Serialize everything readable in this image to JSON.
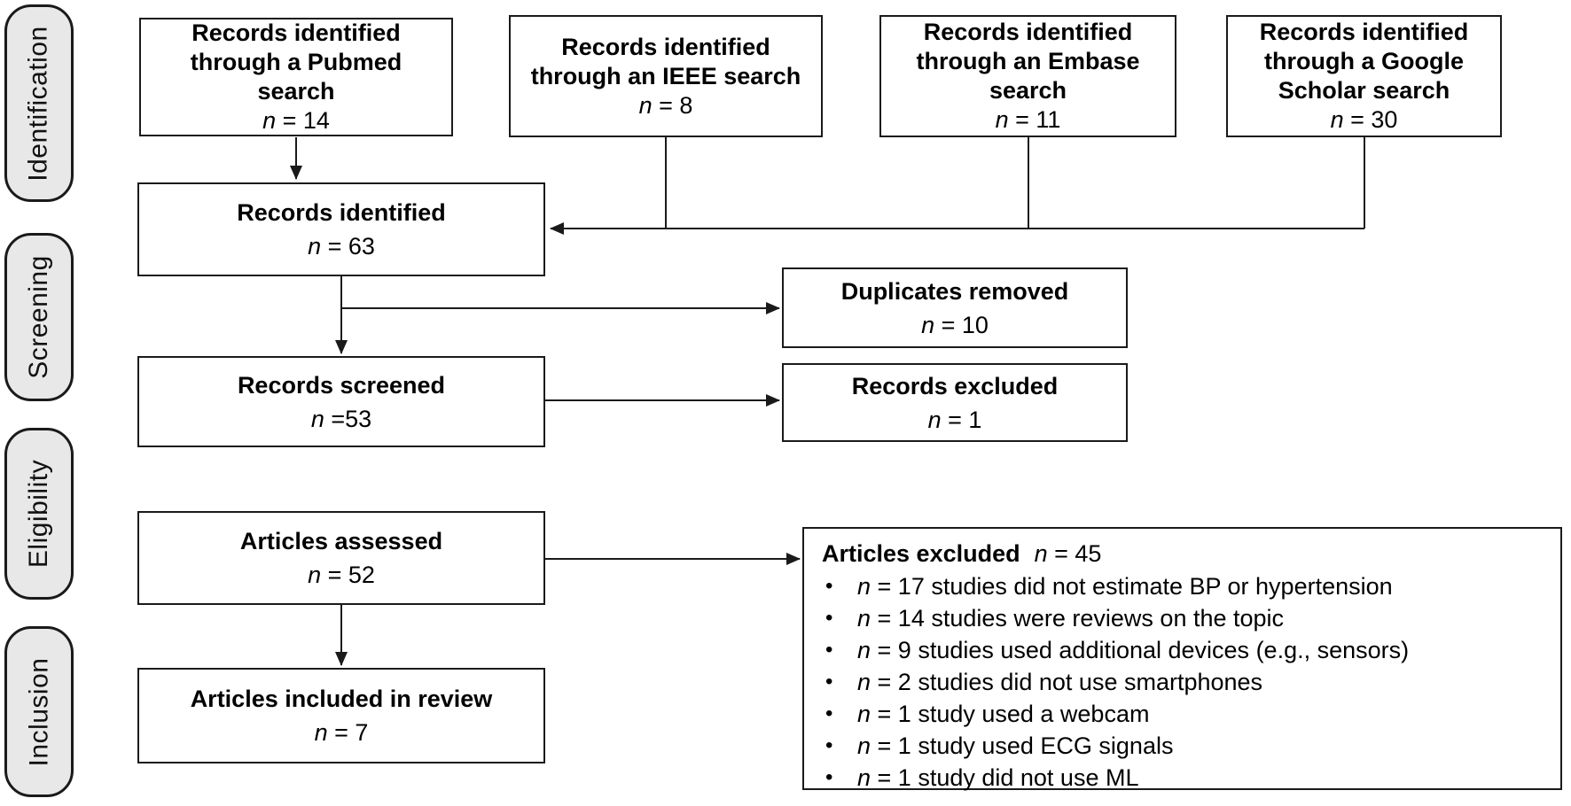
{
  "stages": [
    {
      "label": "Identification"
    },
    {
      "label": "Screening"
    },
    {
      "label": "Eligibility"
    },
    {
      "label": "Inclusion"
    }
  ],
  "sources": {
    "pubmed": {
      "lines": [
        "Records identified",
        "through a Pubmed",
        "search"
      ],
      "n": "n",
      "count": " = 14"
    },
    "ieee": {
      "lines": [
        "Records identified",
        "through an IEEE search"
      ],
      "n": "n",
      "count": " = 8"
    },
    "embase": {
      "lines": [
        "Records identified",
        "through an Embase",
        "search"
      ],
      "n": "n",
      "count": " = 11"
    },
    "google": {
      "lines": [
        "Records identified",
        "through a Google",
        "Scholar search"
      ],
      "n": "n",
      "count": " = 30"
    }
  },
  "flow": {
    "identified": {
      "title": "Records identified",
      "n": "n",
      "count": " = 63"
    },
    "screened": {
      "title": "Records screened",
      "n": "n",
      "count": " =53"
    },
    "assessed": {
      "title": "Articles assessed",
      "n": "n",
      "count": " = 52"
    },
    "included": {
      "title": "Articles included in review",
      "n": "n",
      "count": " = 7"
    }
  },
  "side": {
    "duplicates": {
      "title": "Duplicates removed",
      "n": "n",
      "count": " = 10"
    },
    "records_excluded": {
      "title": "Records excluded",
      "n": "n",
      "count": " = 1"
    }
  },
  "excluded_articles": {
    "title": "Articles excluded",
    "n": "n",
    "count": " = 45",
    "items": [
      {
        "n": "n",
        "text": " = 17 studies did not estimate BP or hypertension"
      },
      {
        "n": "n",
        "text": " = 14 studies were reviews on the topic"
      },
      {
        "n": "n",
        "text": " = 9 studies used additional devices (e.g., sensors)"
      },
      {
        "n": "n",
        "text": " = 2 studies did not use smartphones"
      },
      {
        "n": "n",
        "text": " = 1 study used a webcam"
      },
      {
        "n": "n",
        "text": " = 1 study used ECG signals"
      },
      {
        "n": "n",
        "text": " = 1 study did not use ML"
      }
    ]
  },
  "colors": {
    "stage_fill": "#e8e8e8",
    "line": "#1a1a1a",
    "background": "#ffffff"
  }
}
